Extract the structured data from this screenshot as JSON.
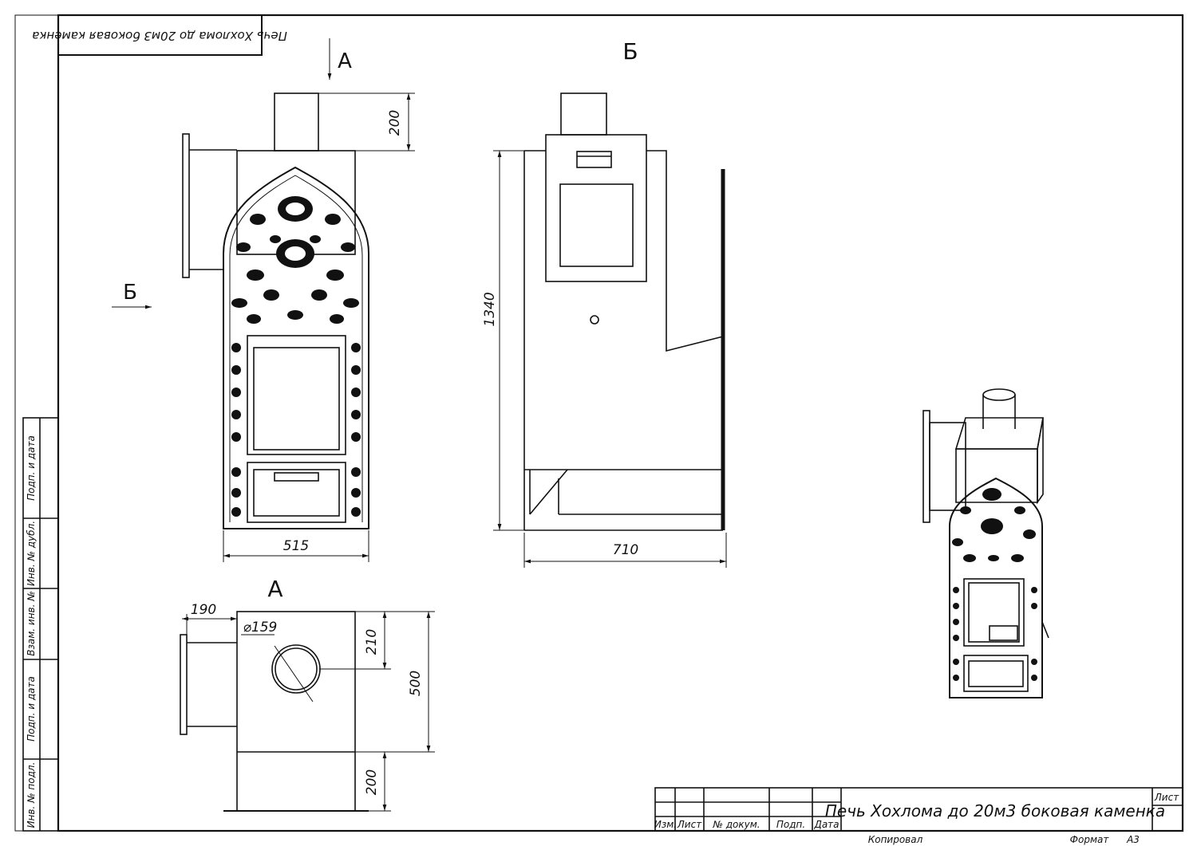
{
  "drawing_title": "Печь Хохлома до 20м3 боковая каменка",
  "mirrored_title": "Печь Хохлома до 20м3 боковая каменка",
  "views": {
    "front": {
      "label_A": "А",
      "label_B": "Б",
      "dim_pipe_h": "200",
      "dim_width": "515"
    },
    "side": {
      "label": "Б",
      "dim_height": "1340",
      "dim_depth": "710"
    },
    "top": {
      "label": "А",
      "dim_offset": "190",
      "dim_diameter": "⌀159",
      "dim_hole": "210",
      "dim_depth": "500",
      "dim_bottom": "200"
    }
  },
  "side_stamp": [
    "Инв. № подл.",
    "Подп. и дата",
    "Взам. инв. №",
    "Инв. № дубл.",
    "Подп. и дата"
  ],
  "title_block": {
    "izm": "Изм.",
    "list": "Лист",
    "doc_no": "№ докум.",
    "podp": "Подп.",
    "data": "Дата",
    "sheet_label": "Лист",
    "copied": "Копировал",
    "format_label": "Формат",
    "format_value": "А3"
  }
}
